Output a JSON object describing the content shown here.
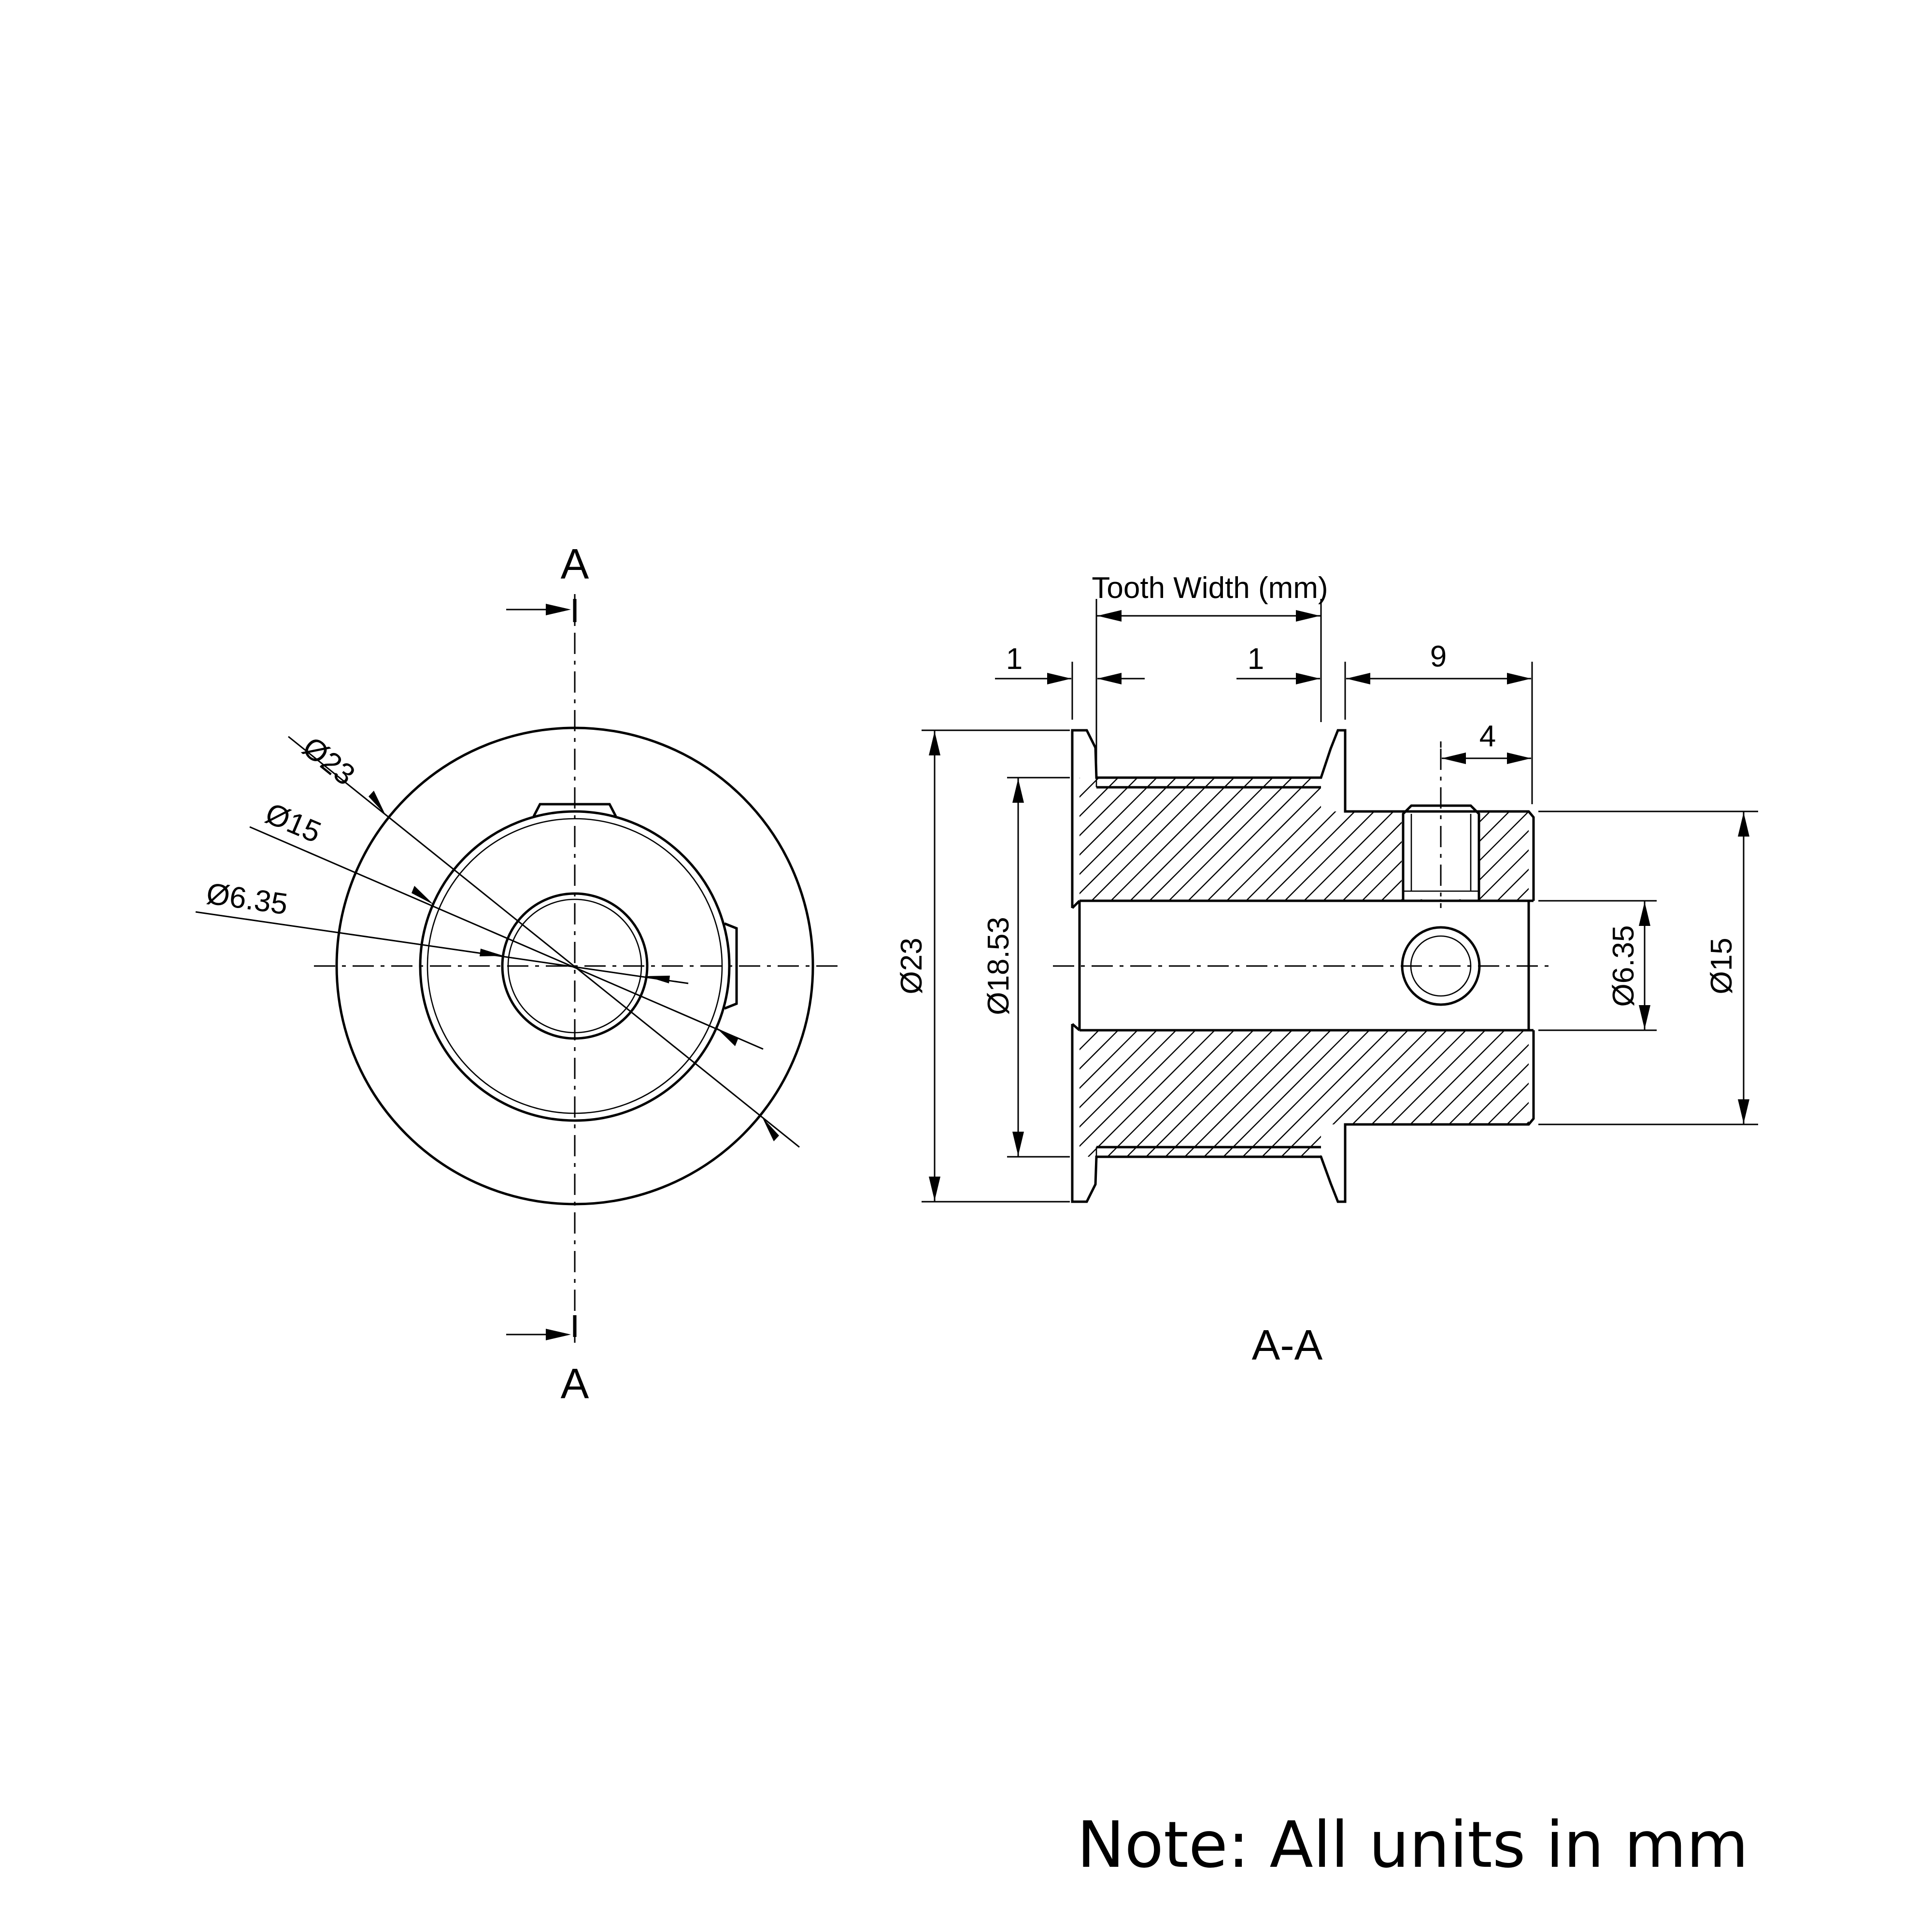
{
  "front_view": {
    "section_letter_top": "A",
    "section_letter_bottom": "A",
    "dim_d23": "Ø23",
    "dim_d15": "Ø15",
    "dim_d6_35": "Ø6.35"
  },
  "section_view": {
    "title": "A-A",
    "tooth_width_label": "Tooth Width (mm)",
    "dim_flange_left": "1",
    "dim_flange_right": "1",
    "dim_hub_length": "9",
    "dim_setscrew": "4",
    "dim_d23": "Ø23",
    "dim_d18_53": "Ø18.53",
    "dim_d6_35": "Ø6.35",
    "dim_d15": "Ø15"
  },
  "note": "Note: All units in mm"
}
